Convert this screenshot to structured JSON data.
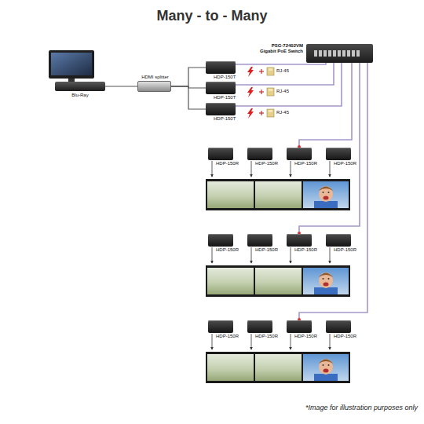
{
  "diagram": {
    "title": "Many - to - Many",
    "caption": "*Image for illustration purposes only",
    "nodes": [
      {
        "text": [
          "Blu-Ray"
        ]
      },
      {
        "text": [
          "HDMI splitter"
        ]
      },
      {
        "text": [
          "HDP-150T"
        ]
      },
      {
        "text": [
          "HDP-150T"
        ]
      },
      {
        "text": [
          "HDP-150T"
        ]
      },
      {
        "text": [
          "PSG-72402VM",
          "Gigabit PoE Switch"
        ]
      },
      {
        "text": [
          "HDP-150R"
        ]
      },
      {
        "text": [
          "HDP-150R"
        ]
      },
      {
        "text": [
          "HDP-150R"
        ]
      },
      {
        "text": [
          "HDP-150R"
        ]
      },
      {
        "text": [
          "HDP-150R"
        ]
      },
      {
        "text": [
          "HDP-150R"
        ]
      },
      {
        "text": [
          "HDP-150R"
        ]
      },
      {
        "text": [
          "HDP-150R"
        ]
      },
      {
        "text": [
          "HDP-150R"
        ]
      },
      {
        "text": [
          "HDP-150R"
        ]
      },
      {
        "text": [
          "HDP-150R"
        ]
      },
      {
        "text": [
          "HDP-150R"
        ]
      }
    ],
    "edges": [
      {
        "from": 0,
        "to": 1,
        "arrow": "none"
      },
      {
        "from": 1,
        "to": 2,
        "arrow": "none"
      },
      {
        "from": 1,
        "to": 3,
        "arrow": "none"
      },
      {
        "from": 1,
        "to": 4,
        "arrow": "none"
      },
      {
        "from": 2,
        "to": 5,
        "arrow": "none"
      },
      {
        "from": 3,
        "to": 5,
        "arrow": "none"
      },
      {
        "from": 4,
        "to": 5,
        "arrow": "none"
      },
      {
        "from": 5,
        "to": 8,
        "arrow": "none"
      },
      {
        "from": 5,
        "to": 12,
        "arrow": "none"
      },
      {
        "from": 5,
        "to": 16,
        "arrow": "none"
      }
    ],
    "labels": [
      "RJ-45",
      "RJ-45",
      "RJ-45"
    ]
  }
}
